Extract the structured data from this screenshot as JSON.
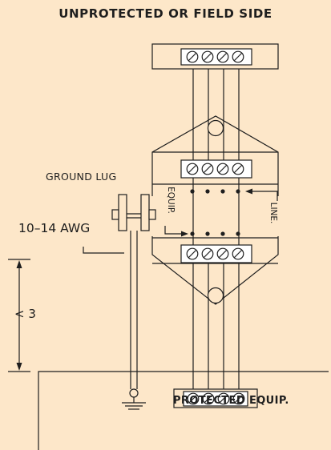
{
  "title": "UNPROTECTED OR FIELD SIDE",
  "labels": {
    "ground_lug": "GROUND LUG",
    "wire_gauge": "10–14 AWG",
    "dimension": "< 3",
    "equip_side": "EQUIP.",
    "line_side": "LINE.",
    "protected_equipment": "PROTECTED EQUIP."
  },
  "terminal_blocks": [
    {
      "name": "field-side-terminal-block",
      "screws": 4
    },
    {
      "name": "protector-top-terminal-block",
      "screws": 4
    },
    {
      "name": "protector-bottom-terminal-block",
      "screws": 4
    },
    {
      "name": "protected-equipment-terminal-block",
      "screws": 4
    }
  ],
  "colors": {
    "background": "#fde7c9",
    "line": "#1e1e1e",
    "white": "#ffffff"
  }
}
